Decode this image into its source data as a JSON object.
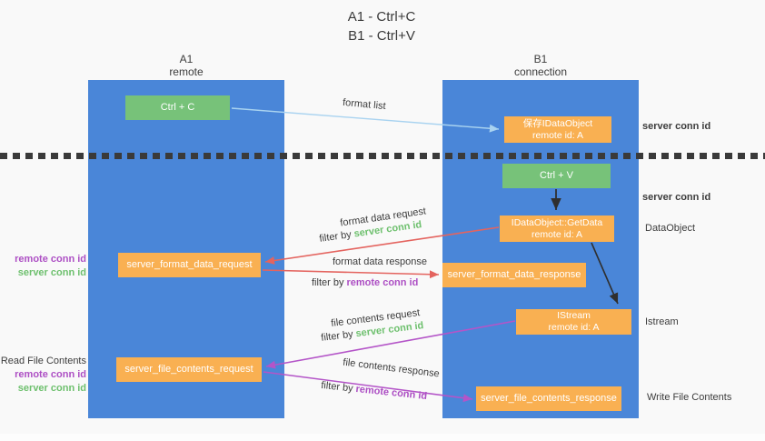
{
  "title": {
    "line1": "A1 - Ctrl+C",
    "line2": "B1 - Ctrl+V"
  },
  "lanes": {
    "left": {
      "title": "A1",
      "subtitle": "remote"
    },
    "right": {
      "title": "B1",
      "subtitle": "connection"
    }
  },
  "nodes": {
    "ctrl_c": {
      "label": "Ctrl + C"
    },
    "ctrl_v": {
      "label": "Ctrl + V"
    },
    "save_idataobject": {
      "line1": "保存IDataObject",
      "line2": "remote id: A"
    },
    "getdata": {
      "line1": "IDataObject::GetData",
      "line2": "remote id: A"
    },
    "istream": {
      "line1": "IStream",
      "line2": "remote id: A"
    },
    "server_format_data_request": {
      "label": "server_format_data_request"
    },
    "server_format_data_response": {
      "label": "server_format_data_response"
    },
    "server_file_contents_request": {
      "label": "server_file_contents_request"
    },
    "server_file_contents_response": {
      "label": "server_file_contents_response"
    }
  },
  "edge_labels": {
    "format_list": "format list",
    "format_data_request": "format data request",
    "format_data_request_filter": {
      "prefix": "filter by",
      "id": "server conn id"
    },
    "format_data_response": "format data response",
    "format_data_response_filter": {
      "prefix": "filter by",
      "id": "remote conn id"
    },
    "file_contents_request": "file contents request",
    "file_contents_request_filter": {
      "prefix": "filter by",
      "id": "server conn id"
    },
    "file_contents_response": "file contents response",
    "file_contents_response_filter": {
      "prefix": "filter by",
      "id": "remote conn id"
    }
  },
  "side_labels": {
    "right_server_conn_id_top": "server conn id",
    "right_server_conn_id_mid": "server conn id",
    "right_dataobject": "DataObject",
    "right_istream": "Istream",
    "right_write_file_contents": "Write File Contents",
    "left_remote_conn_id_top": "remote conn id",
    "left_server_conn_id_top": "server conn id",
    "left_read_file_contents": "Read File Contents",
    "left_remote_conn_id_bottom": "remote conn id",
    "left_server_conn_id_bottom": "server conn id"
  },
  "colors": {
    "lane_blue": "#4a86d8",
    "node_green": "#77c279",
    "node_orange": "#f9b052",
    "arrow_light_blue": "#a9d3f0",
    "arrow_red": "#e4645f",
    "arrow_purple": "#b455c8",
    "arrow_black": "#2f2f2f",
    "text_green": "#6ec06e",
    "text_purple": "#ad4fc4",
    "text_dark": "#3c3c3c"
  }
}
